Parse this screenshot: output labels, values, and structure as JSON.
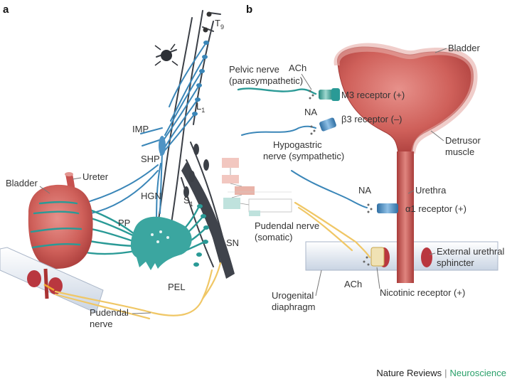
{
  "panels": {
    "a": "a",
    "b": "b"
  },
  "panel_a": {
    "t9": "T",
    "t9_sub": "9",
    "l1": "L",
    "l1_sub": "1",
    "imp": "IMP",
    "shp": "SHP",
    "hgn": "HGN",
    "pp": "PP",
    "s1": "S",
    "s1_sub": "1",
    "sn": "SN",
    "pel": "PEL",
    "bladder": "Bladder",
    "ureter": "Ureter",
    "pudendal_nerve_1": "Pudendal",
    "pudendal_nerve_2": "nerve"
  },
  "panel_b": {
    "bladder": "Bladder",
    "pelvic_nerve_1": "Pelvic nerve",
    "pelvic_nerve_2": "(parasympathetic)",
    "ach_top": "ACh",
    "m3": "M3 receptor (+)",
    "na_top": "NA",
    "b3": "β3 receptor (–)",
    "hypogastric_1": "Hypogastric",
    "hypogastric_2": "nerve (sympathetic)",
    "detrusor_1": "Detrusor",
    "detrusor_2": "muscle",
    "na_mid": "NA",
    "urethra": "Urethra",
    "a1": "α1 receptor (+)",
    "pudendal_1": "Pudendal nerve",
    "pudendal_2": "(somatic)",
    "eus_1": "External urethral",
    "eus_2": "sphincter",
    "ach_bottom": "ACh",
    "nicotinic": "Nicotinic receptor (+)",
    "urogenital_1": "Urogenital",
    "urogenital_2": "diaphragm"
  },
  "footer": {
    "journal": "Nature Reviews",
    "section": "Neuroscience"
  },
  "colors": {
    "nerve_blue": "#3a86b8",
    "nerve_teal": "#2a9a96",
    "nerve_yellow": "#f0c766",
    "bladder": "#c7514f",
    "accent": "#2aa06a"
  }
}
